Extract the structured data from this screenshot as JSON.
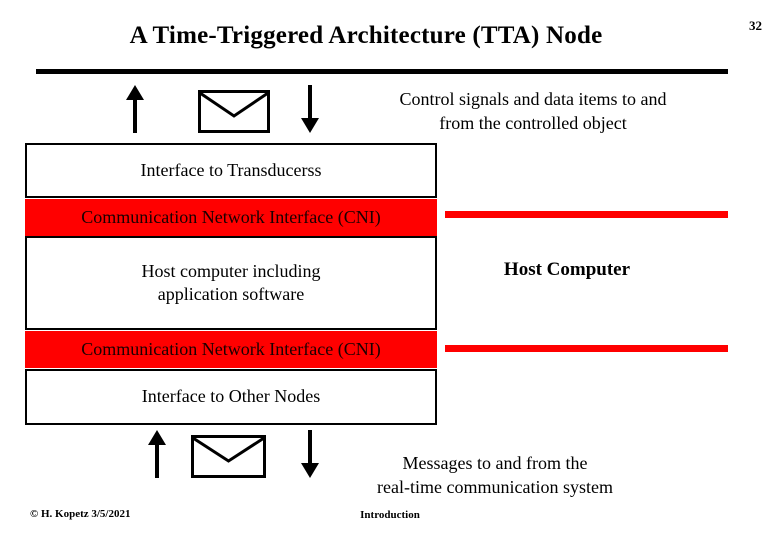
{
  "slide": {
    "title": "A Time-Triggered Architecture (TTA)  Node",
    "page_number": "32"
  },
  "diagram": {
    "boxes": [
      {
        "id": "transducers",
        "label": "Interface to Transducerss"
      },
      {
        "id": "cni-top",
        "label": "Communication Network Interface (CNI)"
      },
      {
        "id": "host",
        "label": "Host computer including\napplication software"
      },
      {
        "id": "cni-bottom",
        "label": "Communication Network Interface (CNI)"
      },
      {
        "id": "other",
        "label": "Interface to Other  Nodes"
      }
    ],
    "box_labels": {
      "transducers": "Interface to Transducerss",
      "cni_top": "Communication Network Interface (CNI)",
      "host_line1": "Host computer including",
      "host_line2": "application software",
      "cni_bottom": "Communication Network Interface (CNI)",
      "other_nodes": "Interface to Other  Nodes"
    },
    "callouts": {
      "control_signals_line1": "Control signals and data items to and",
      "control_signals_line2": "from the controlled object",
      "host_computer": "Host Computer",
      "messages_line1": "Messages to and from the",
      "messages_line2": "real-time communication system"
    },
    "icons": {
      "arrow_up_top": "arrow-up-icon",
      "arrow_down_top": "arrow-down-icon",
      "envelope_top": "envelope-icon",
      "arrow_up_bottom": "arrow-up-icon",
      "arrow_down_bottom": "arrow-down-icon",
      "envelope_bottom": "envelope-icon"
    },
    "colors": {
      "cni_red": "#FF0000",
      "cni_text": "#1a0000",
      "outline": "#000000",
      "background": "#FFFFFF"
    }
  },
  "footer": {
    "copyright": "© H. Kopetz  3/5/2021",
    "section": "Introduction"
  }
}
